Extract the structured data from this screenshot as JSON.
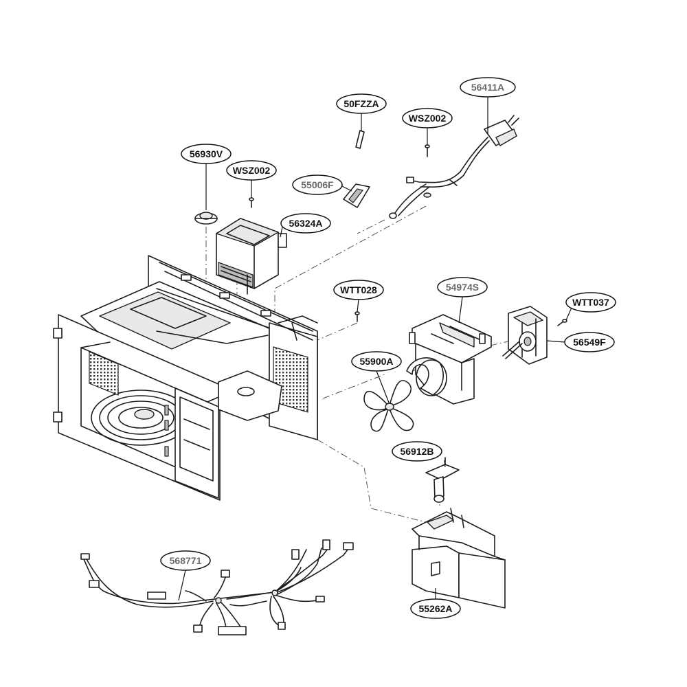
{
  "diagram": {
    "labels": {
      "p56411A": "56411A",
      "p50FZZA": "50FZZA",
      "pWSZ002a": "WSZ002",
      "p56930V": "56930V",
      "pWSZ002b": "WSZ002",
      "p55006F": "55006F",
      "p56324A": "56324A",
      "pWTT028": "WTT028",
      "p54974S": "54974S",
      "pWTT037": "WTT037",
      "p56549F": "56549F",
      "p55900A": "55900A",
      "p56912B": "56912B",
      "p568771": "568771",
      "p55262A": "55262A"
    },
    "colors": {
      "line": "#1c1c1c",
      "label_dark": "#111111",
      "label_grey": "#6a6a6a",
      "shade": "#e9e9e9"
    }
  }
}
